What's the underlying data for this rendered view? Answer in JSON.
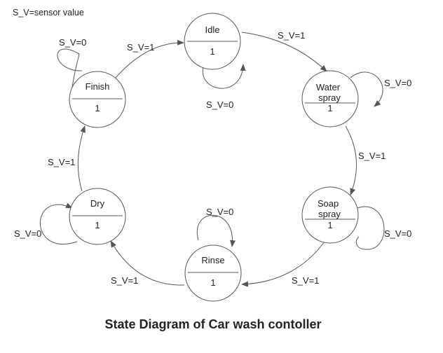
{
  "legend": "S_V=sensor value",
  "title": "State Diagram of Car wash contoller",
  "colors": {
    "line": "#555555",
    "text": "#222222",
    "background": "#ffffff"
  },
  "states": [
    {
      "id": "idle",
      "name": [
        "Idle"
      ],
      "output": "1"
    },
    {
      "id": "water-spray",
      "name": [
        "Water",
        "spray"
      ],
      "output": "1"
    },
    {
      "id": "soap-spray",
      "name": [
        "Soap",
        "spray"
      ],
      "output": "1"
    },
    {
      "id": "rinse",
      "name": [
        "Rinse"
      ],
      "output": "1"
    },
    {
      "id": "dry",
      "name": [
        "Dry"
      ],
      "output": "1"
    },
    {
      "id": "finish",
      "name": [
        "Finish"
      ],
      "output": "1"
    }
  ],
  "transitions": [
    {
      "id": "idle-to-water-spray",
      "label": "S_V=1"
    },
    {
      "id": "water-spray-to-soap-spray",
      "label": "S_V=1"
    },
    {
      "id": "soap-spray-to-rinse",
      "label": "S_V=1"
    },
    {
      "id": "rinse-to-dry",
      "label": "S_V=1"
    },
    {
      "id": "dry-to-finish",
      "label": "S_V=1"
    },
    {
      "id": "finish-to-idle",
      "label": "S_V=1"
    },
    {
      "id": "idle-self-loop",
      "label": "S_V=0"
    },
    {
      "id": "water-spray-self-loop",
      "label": "S_V=0"
    },
    {
      "id": "soap-spray-self-loop",
      "label": "S_V=0"
    },
    {
      "id": "rinse-self-loop",
      "label": "S_V=0"
    },
    {
      "id": "dry-self-loop",
      "label": "S_V=0"
    },
    {
      "id": "finish-self-loop",
      "label": "S_V=0"
    }
  ]
}
